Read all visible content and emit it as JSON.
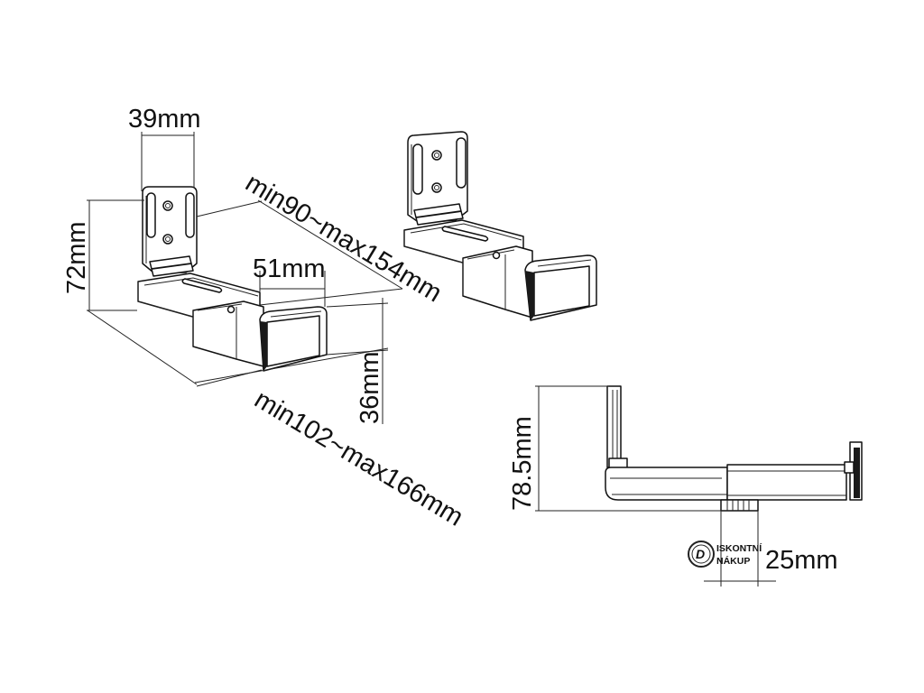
{
  "dimensions": {
    "width_top": "39mm",
    "height_left": "72mm",
    "arm_depth": "min90~max154mm",
    "end_cap_width": "51mm",
    "end_cap_height": "36mm",
    "total_length": "min102~max166mm",
    "side_height": "78.5mm",
    "column_width": "25mm"
  },
  "watermark": {
    "line1": "ISKONTNÍ",
    "line2": "NÁKUP",
    "badge_letter": "D"
  }
}
